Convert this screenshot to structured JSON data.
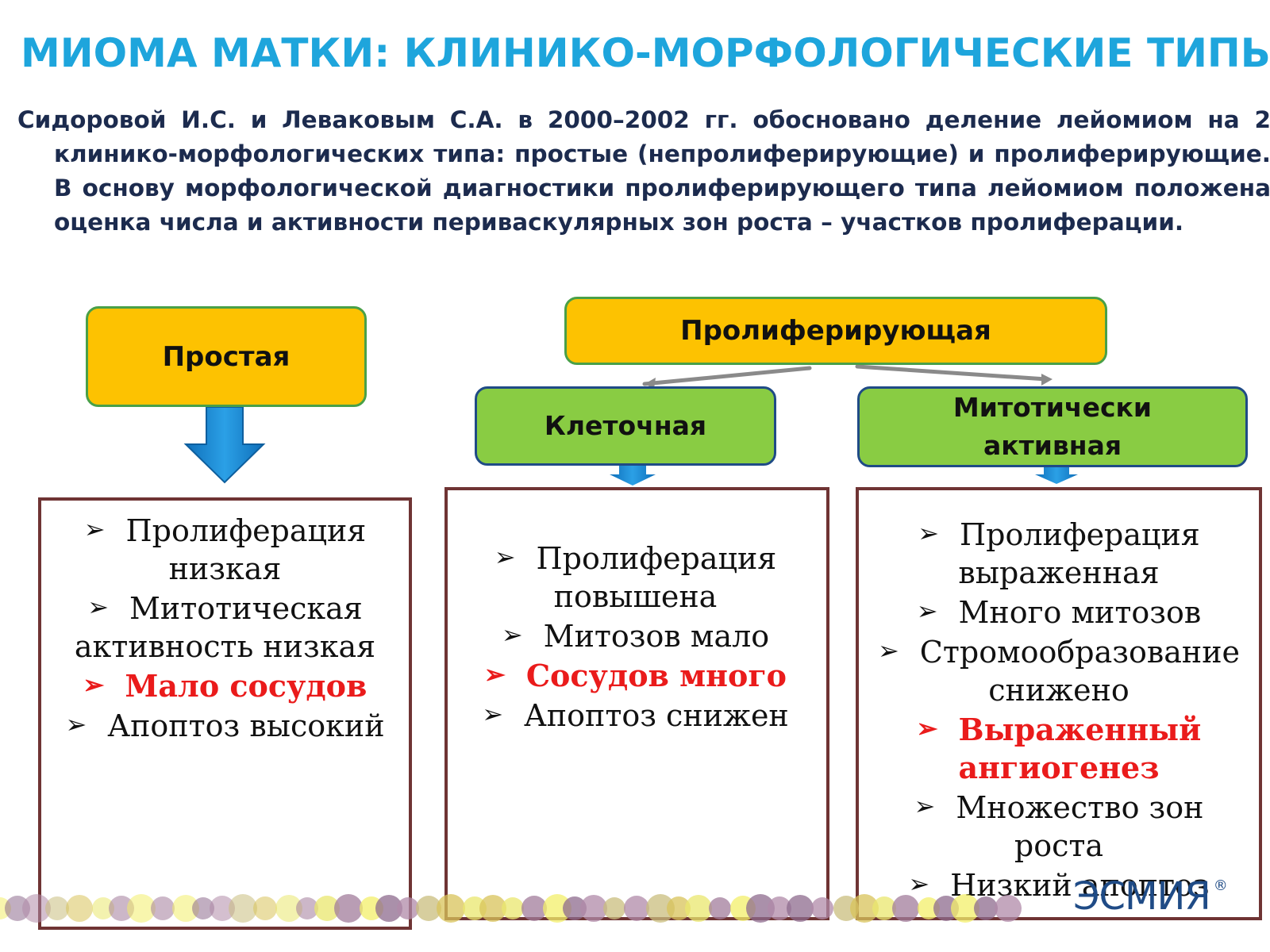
{
  "title": "МИОМА МАТКИ: КЛИНИКО-МОРФОЛОГИЧЕСКИЕ ТИПЫ",
  "intro": "Сидоровой И.С. и Леваковым С.А. в 2000–2002 гг. обосновано деление лейомиом на 2 клинико-морфологических типа: простые (непролиферирующие) и пролиферирующие. В основу морфологической диагностики пролиферирующего типа лейомиом положена оценка числа и активности периваскулярных зон роста – участков пролиферации.",
  "types": {
    "simple": "Простая",
    "proliferating": "Пролиферирующая",
    "cellular": "Клеточная",
    "mitotic": "Митотически активная"
  },
  "lists": {
    "simple": [
      {
        "text": "Пролиферация низкая",
        "red": false
      },
      {
        "text": "Митотическая активность низкая",
        "red": false
      },
      {
        "text": "Мало сосудов",
        "red": true
      },
      {
        "text": "Апоптоз высокий",
        "red": false
      }
    ],
    "cellular": [
      {
        "text": "Пролиферация повышена",
        "red": false
      },
      {
        "text": "Митозов мало",
        "red": false
      },
      {
        "text": "Сосудов много",
        "red": true
      },
      {
        "text": "Апоптоз снижен",
        "red": false
      }
    ],
    "mitotic": [
      {
        "text": "Пролиферация выраженная",
        "red": false
      },
      {
        "text": "Много митозов",
        "red": false
      },
      {
        "text": "Стромообразование снижено",
        "red": false
      },
      {
        "text": "Выраженный ангиогенез",
        "red": true
      },
      {
        "text": "Множество зон роста",
        "red": false
      },
      {
        "text": "Низкий апоптоз",
        "red": false
      }
    ]
  },
  "bullet_glyph": "➢",
  "logo": {
    "text": "ЭСМИЯ",
    "mark": "®"
  },
  "colors": {
    "title": "#1ea5dc",
    "intro": "#1c2b4e",
    "orange_box": "#fdc201",
    "green_box": "#89cc43",
    "list_border": "#6f3434",
    "highlight": "#ea1b1b",
    "arrow": "#1c86d0",
    "logo": "#1f4b86"
  }
}
